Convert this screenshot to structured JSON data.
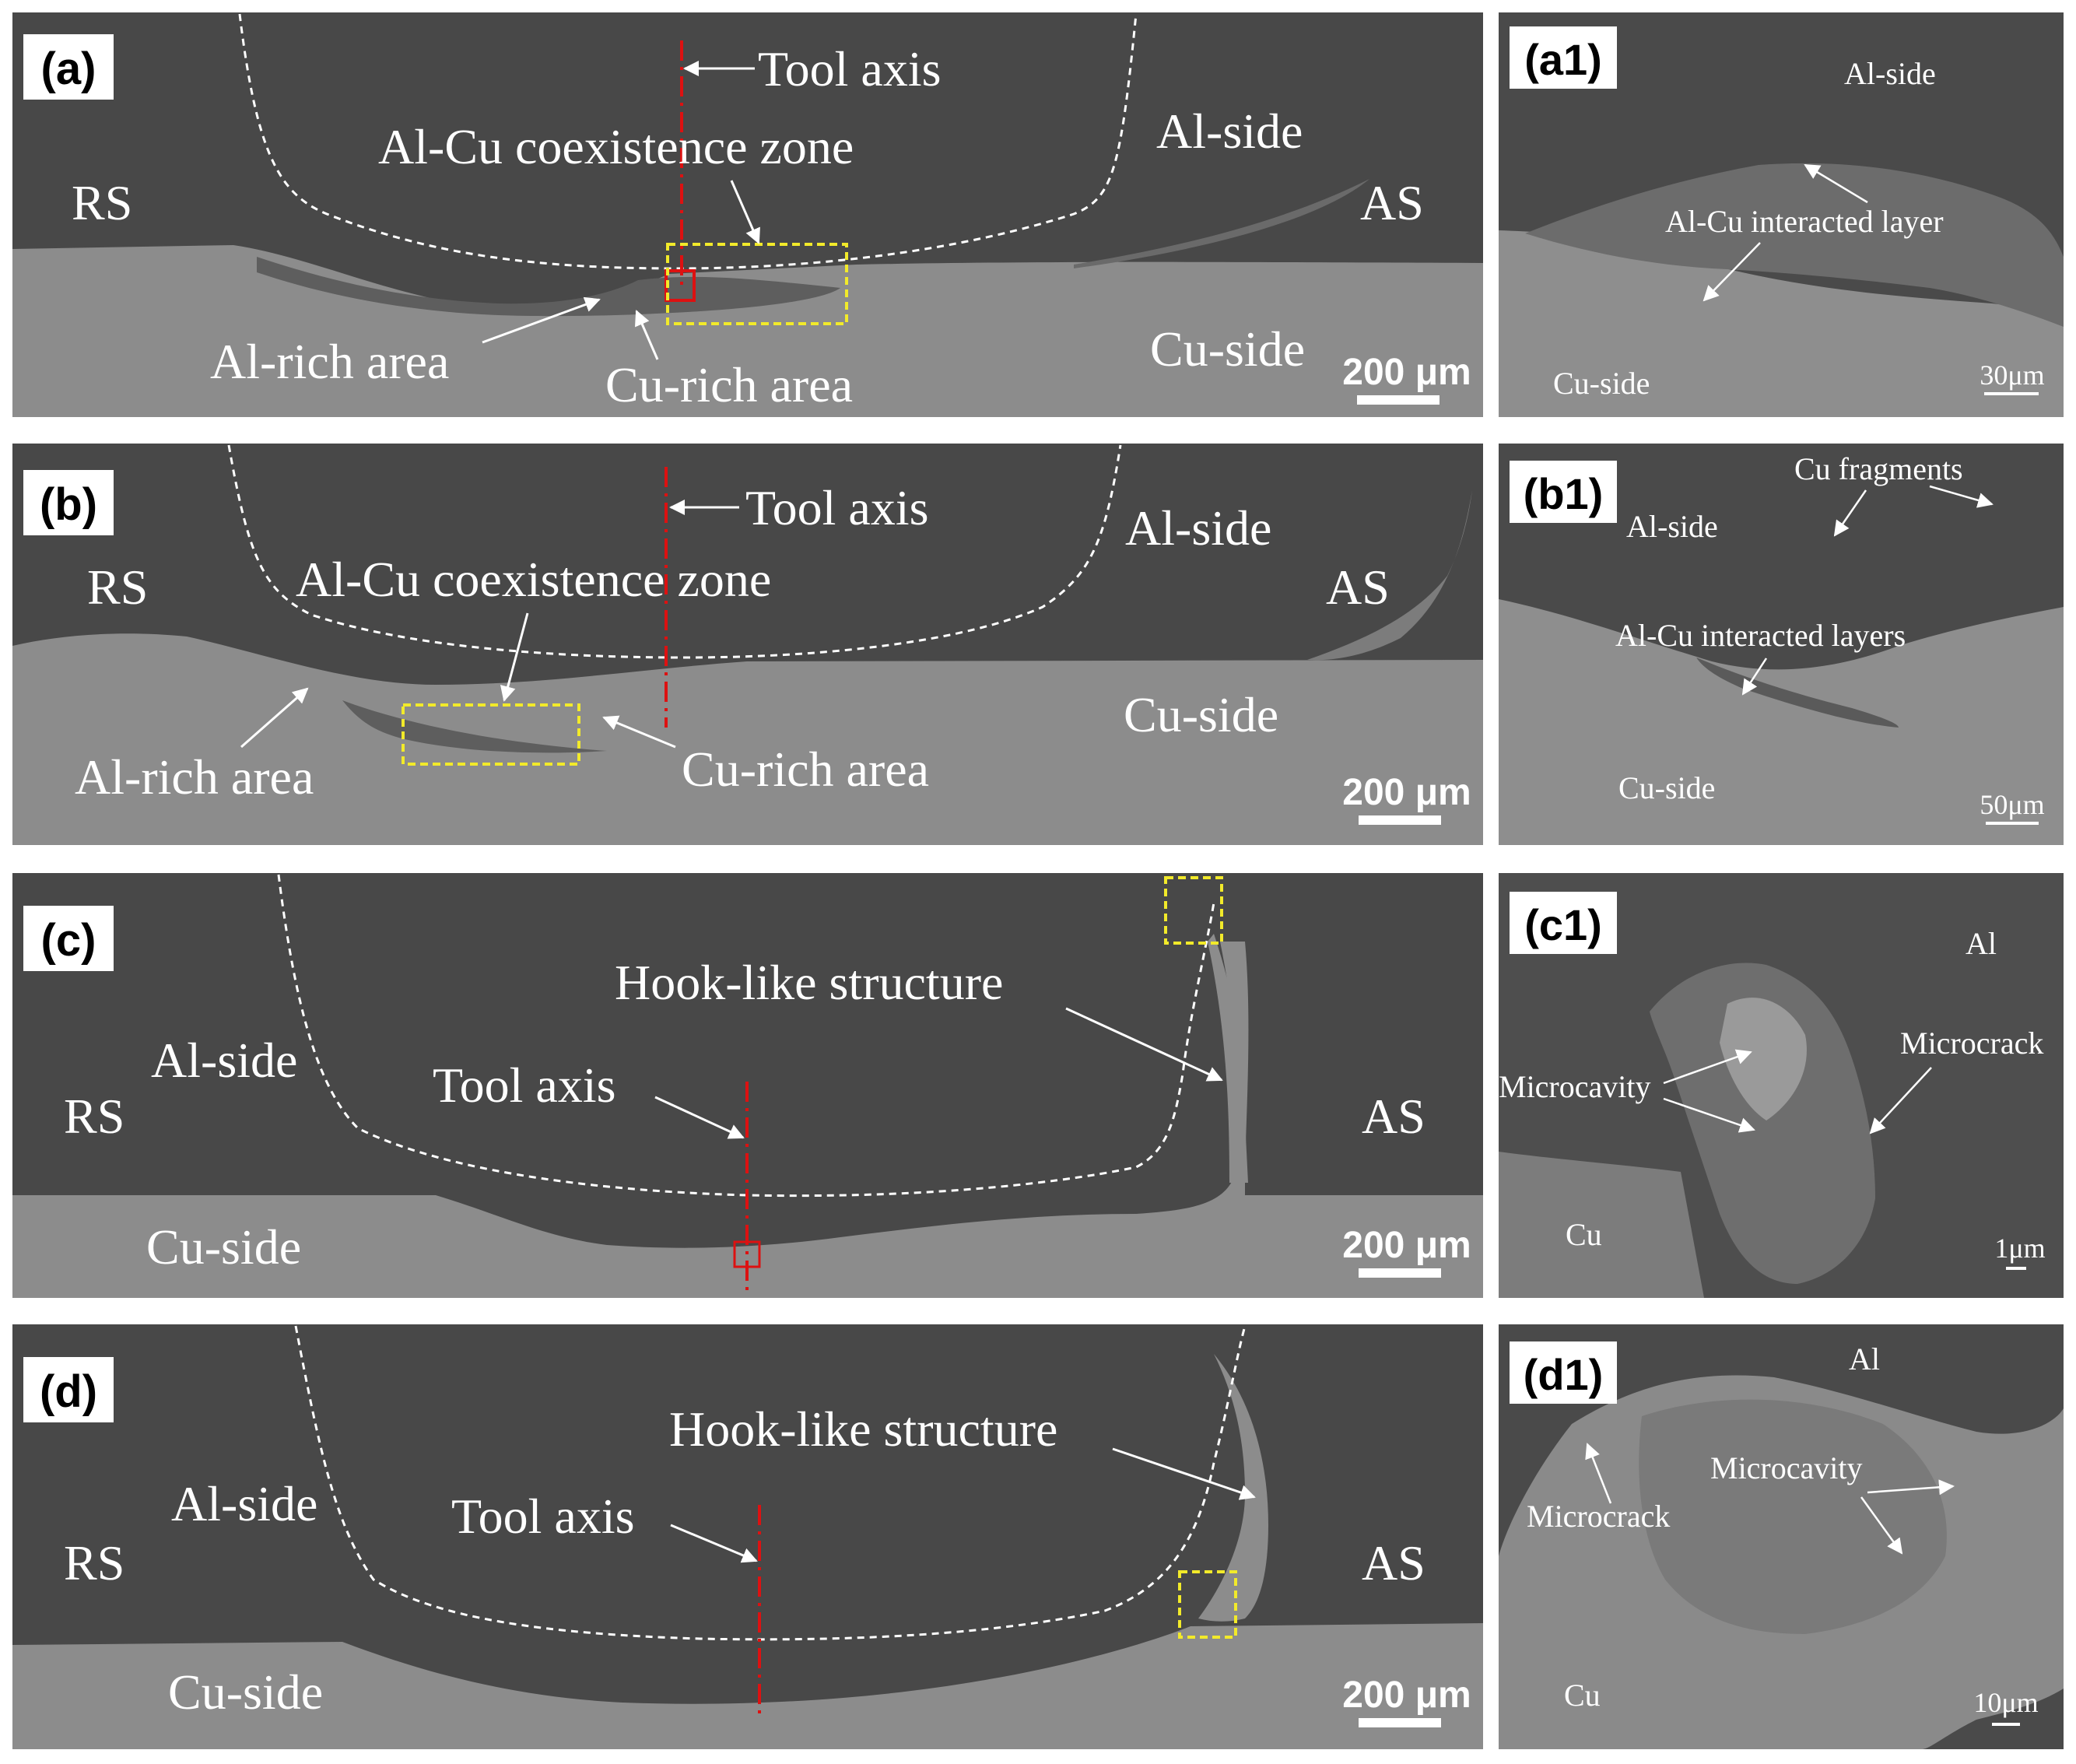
{
  "colors": {
    "al_region": "#484848",
    "cu_region": "#8c8c8c",
    "annotation_text": "#ffffff",
    "dashed_boundary": "#ffffff",
    "tool_axis": "#dd1111",
    "highlight_box": "#f2ea2a",
    "mixed_layer": "#5e5e5e"
  },
  "panels": {
    "a": {
      "label": "(a)",
      "tool_axis": "Tool axis",
      "zone": "Al-Cu coexistence zone",
      "al_side": "Al-side",
      "rs": "RS",
      "as": "AS",
      "al_rich": "Al-rich area",
      "cu_rich": "Cu-rich area",
      "cu_side": "Cu-side",
      "scale": "200 μm"
    },
    "b": {
      "label": "(b)",
      "tool_axis": "Tool axis",
      "zone": "Al-Cu coexistence zone",
      "al_side": "Al-side",
      "rs": "RS",
      "as": "AS",
      "al_rich": "Al-rich area",
      "cu_rich": "Cu-rich area",
      "cu_side": "Cu-side",
      "scale": "200 μm"
    },
    "c": {
      "label": "(c)",
      "hook": "Hook-like structure",
      "al_side": "Al-side",
      "tool_axis": "Tool axis",
      "rs": "RS",
      "as": "AS",
      "cu_side": "Cu-side",
      "scale": "200 μm"
    },
    "d": {
      "label": "(d)",
      "hook": "Hook-like structure",
      "al_side": "Al-side",
      "tool_axis": "Tool axis",
      "rs": "RS",
      "as": "AS",
      "cu_side": "Cu-side",
      "scale": "200 μm"
    },
    "a1": {
      "label": "(a1)",
      "al_side": "Al-side",
      "layer": "Al-Cu interacted layer",
      "cu_side": "Cu-side",
      "scale": "30μm"
    },
    "b1": {
      "label": "(b1)",
      "fragments": "Cu fragments",
      "al_side": "Al-side",
      "layers": "Al-Cu interacted layers",
      "cu_side": "Cu-side",
      "scale": "50μm"
    },
    "c1": {
      "label": "(c1)",
      "al": "Al",
      "microcrack": "Microcrack",
      "microcavity": "Microcavity",
      "cu": "Cu",
      "scale": "1μm"
    },
    "d1": {
      "label": "(d1)",
      "al": "Al",
      "microcavity": "Microcavity",
      "microcrack": "Microcrack",
      "cu": "Cu",
      "scale": "10μm"
    }
  }
}
